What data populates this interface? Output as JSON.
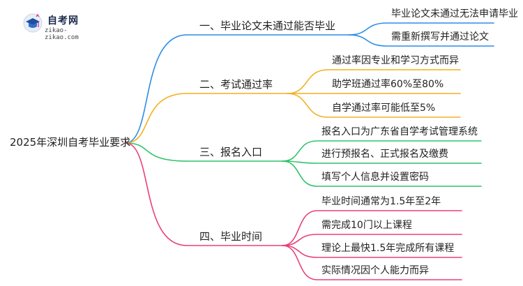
{
  "logo": {
    "name": "自考网",
    "url_text": "zikao-zikao.com"
  },
  "root": {
    "label": "2025年深圳自考毕业要求"
  },
  "branches": [
    {
      "label": "一、毕业论文未通过能否毕业",
      "color": "#2b8ce8",
      "children": [
        "毕业论文未通过无法申请毕业",
        "需重新撰写并通过论文"
      ]
    },
    {
      "label": "二、考试通过率",
      "color": "#f2b01e",
      "children": [
        "通过率因专业和学习方式而异",
        "助学班通过率60%至80%",
        "自学通过率可能低至5%"
      ]
    },
    {
      "label": "三、报名入口",
      "color": "#2fc46c",
      "children": [
        "报名入口为广东省自学考试管理系统",
        "进行预报名、正式报名及缴费",
        "填写个人信息并设置密码"
      ]
    },
    {
      "label": "四、毕业时间",
      "color": "#e8407a",
      "children": [
        "毕业时间通常为1.5年至2年",
        "需完成10门以上课程",
        "理论上最快1.5年完成所有课程",
        "实际情况因个人能力而异"
      ]
    }
  ]
}
